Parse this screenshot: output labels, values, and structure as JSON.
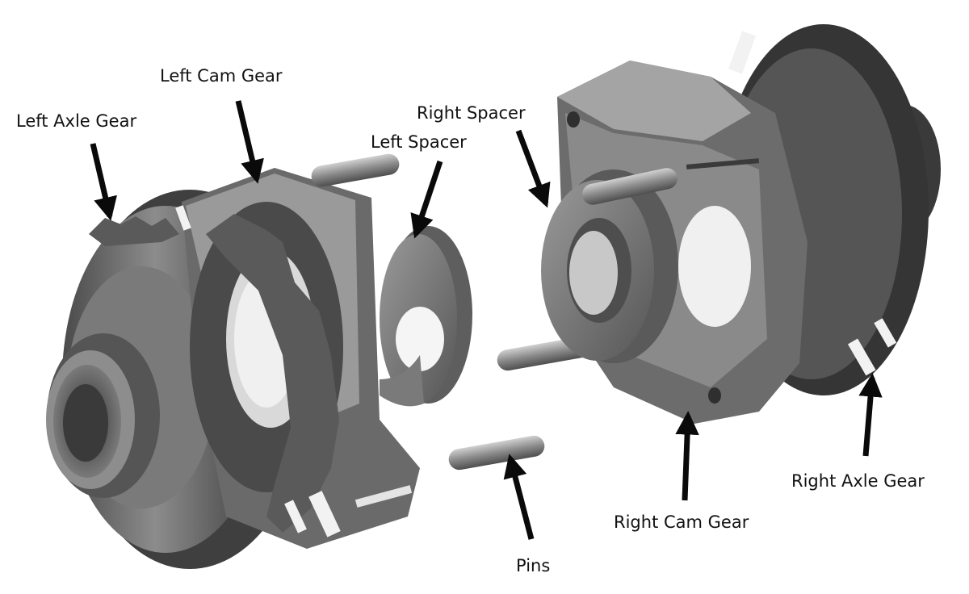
{
  "labels": {
    "left_axle_gear": "Left Axle Gear",
    "left_cam_gear": "Left Cam Gear",
    "left_spacer": "Left Spacer",
    "right_spacer": "Right Spacer",
    "right_axle_gear": "Right Axle Gear",
    "right_cam_gear": "Right Cam Gear",
    "pins": "Pins"
  },
  "colors": {
    "background": "#ffffff",
    "metal_dark": "#3e3e3e",
    "metal_mid": "#6f6f6f",
    "metal_light": "#a9a9a9",
    "highlight": "#d4d4d4",
    "arrow": "#0a0a0a",
    "text": "#111111"
  }
}
